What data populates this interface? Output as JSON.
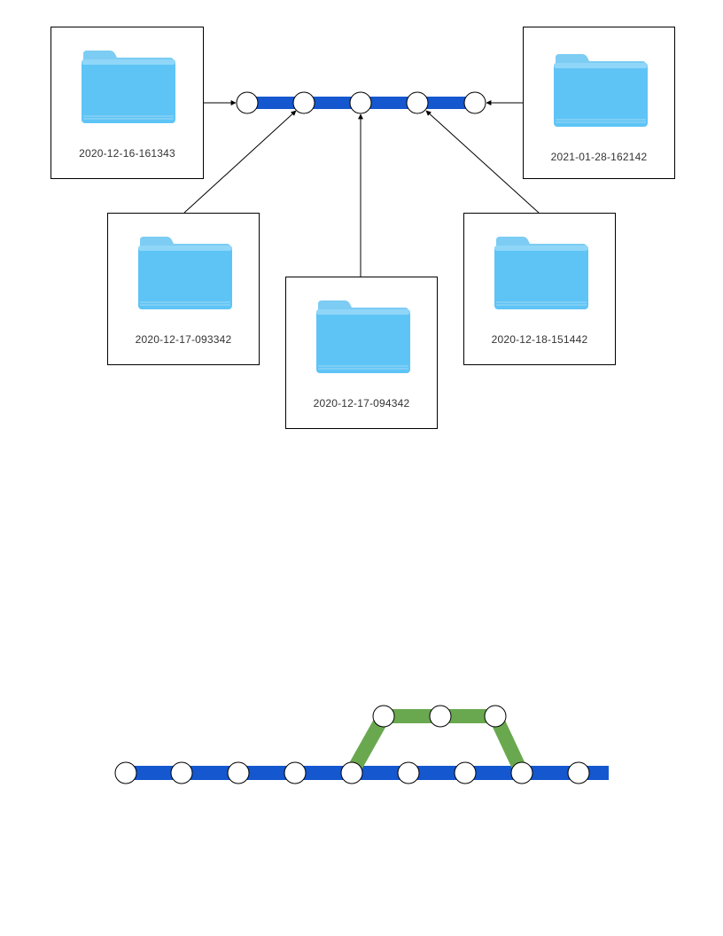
{
  "folders": [
    {
      "label": "2020-12-16-161343"
    },
    {
      "label": "2021-01-28-162142"
    },
    {
      "label": "2020-12-17-093342"
    },
    {
      "label": "2020-12-17-094342"
    },
    {
      "label": "2020-12-18-151442"
    }
  ],
  "colors": {
    "main_branch": "#1557cf",
    "side_branch": "#6aa84f",
    "folder_top": "#7cccf3",
    "folder_body": "#5ec4f6"
  }
}
